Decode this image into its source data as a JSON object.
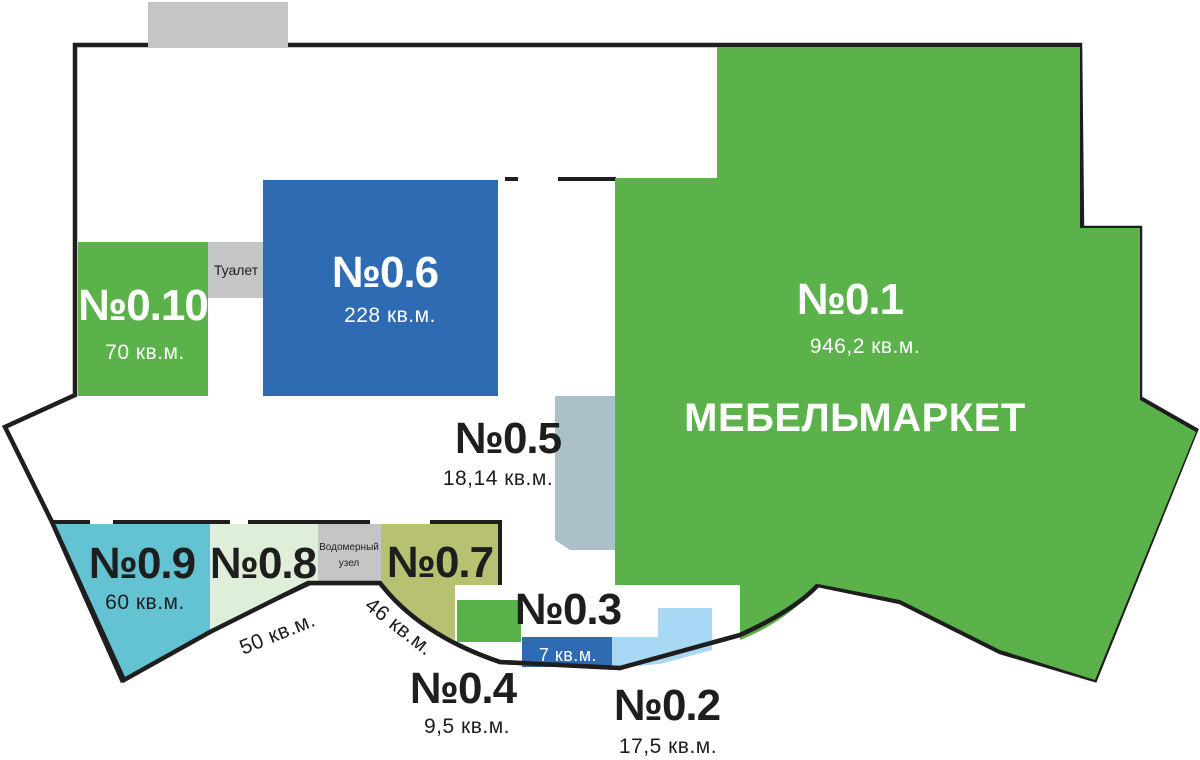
{
  "colors": {
    "green": "#5cb24a",
    "blue": "#2f6bb3",
    "cyan": "#64c3d2",
    "pale_green": "#deeed9",
    "olive": "#b8c172",
    "light_blue": "#a8d8f3",
    "grey_blue": "#aabfc7",
    "grey": "#c4c6c5",
    "outline": "#1e1e1e"
  },
  "units": {
    "u01": {
      "id": "№0.1",
      "area": "946,2 кв.м.",
      "tenant": "МЕБЕЛЬМАРКЕТ"
    },
    "u02": {
      "id": "№0.2",
      "area": "17,5 кв.м."
    },
    "u03": {
      "id": "№0.3",
      "area": "7 кв.м."
    },
    "u04": {
      "id": "№0.4",
      "area": "9,5 кв.м."
    },
    "u05": {
      "id": "№0.5",
      "area": "18,14 кв.м."
    },
    "u06": {
      "id": "№0.6",
      "area": "228 кв.м."
    },
    "u07": {
      "id": "№0.7",
      "area": "46 кв.м."
    },
    "u08": {
      "id": "№0.8",
      "area": "50 кв.м."
    },
    "u09": {
      "id": "№0.9",
      "area": "60 кв.м."
    },
    "u10": {
      "id": "№0.10",
      "area": "70 кв.м."
    }
  },
  "service": {
    "toilet": "Туалет",
    "water_node_line1": "Водомерный",
    "water_node_line2": "узел"
  }
}
